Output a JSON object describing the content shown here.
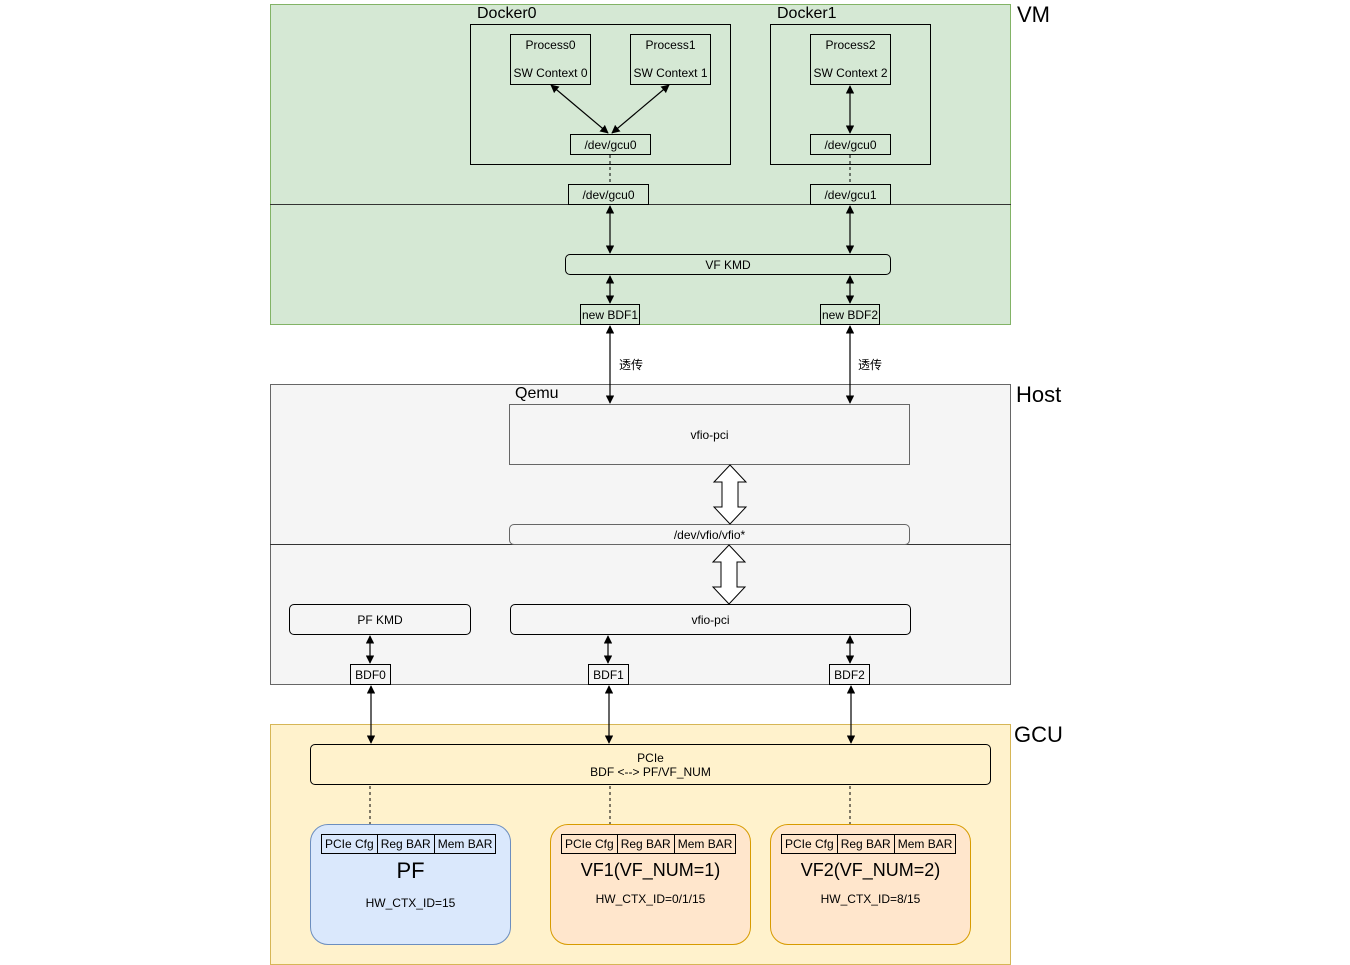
{
  "regions": {
    "vm_label": "VM",
    "host_label": "Host",
    "gcu_label": "GCU"
  },
  "vm": {
    "docker0": {
      "title": "Docker0",
      "process0": {
        "name": "Process0",
        "context": "SW Context 0"
      },
      "process1": {
        "name": "Process1",
        "context": "SW Context 1"
      },
      "dev": "/dev/gcu0"
    },
    "docker1": {
      "title": "Docker1",
      "process2": {
        "name": "Process2",
        "context": "SW Context 2"
      },
      "dev": "/dev/gcu0"
    },
    "vm_dev0": "/dev/gcu0",
    "vm_dev1": "/dev/gcu1",
    "vf_kmd": "VF KMD",
    "new_bdf1": "new BDF1",
    "new_bdf2": "new BDF2"
  },
  "passthrough_label_1": "透传",
  "passthrough_label_2": "透传",
  "host": {
    "qemu_label": "Qemu",
    "vfio_pci_qemu": "vfio-pci",
    "dev_vfio": "/dev/vfio/vfio*",
    "pf_kmd": "PF KMD",
    "vfio_pci_kernel": "vfio-pci",
    "bdf0": "BDF0",
    "bdf1": "BDF1",
    "bdf2": "BDF2"
  },
  "gcu": {
    "pcie_line1": "PCIe",
    "pcie_line2": "BDF <--> PF/VF_NUM",
    "bar_labels": [
      "PCIe Cfg",
      "Reg BAR",
      "Mem BAR"
    ],
    "pf": {
      "title": "PF",
      "ctx": "HW_CTX_ID=15"
    },
    "vf1": {
      "title": "VF1(VF_NUM=1)",
      "ctx": "HW_CTX_ID=0/1/15"
    },
    "vf2": {
      "title": "VF2(VF_NUM=2)",
      "ctx": "HW_CTX_ID=8/15"
    }
  },
  "colors": {
    "vm_fill": "#d5e8d4",
    "host_fill": "#f5f5f5",
    "gcu_fill": "#fff2cc",
    "pf_fill": "#dae8fc",
    "vf_fill": "#ffe6cc"
  }
}
